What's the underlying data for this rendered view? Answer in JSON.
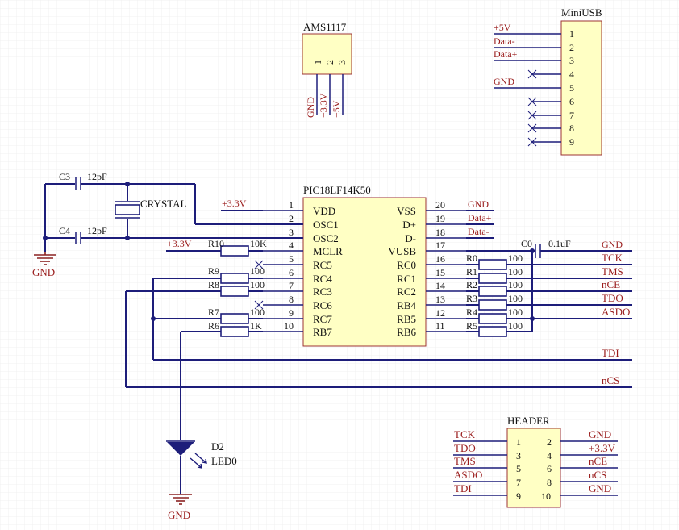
{
  "colors": {
    "wire": "#1d1d7a",
    "body_fill": "#ffffc4",
    "body_border": "#9c3333",
    "net_label": "#9a1c1c",
    "text": "#111111",
    "gnd": "#8b2222"
  },
  "ams1117": {
    "title": "AMS1117",
    "pins": [
      "1",
      "2",
      "3"
    ],
    "nets": [
      "GND",
      "+3.3V",
      "+5V"
    ]
  },
  "miniusb": {
    "title": "MiniUSB",
    "pins": [
      "1",
      "2",
      "3",
      "4",
      "5",
      "6",
      "7",
      "8",
      "9"
    ],
    "nets": {
      "vbus": "+5V",
      "dm": "Data-",
      "dp": "Data+",
      "gnd": "GND"
    }
  },
  "mcu": {
    "title": "PIC18LF14K50",
    "left": [
      {
        "num": "1",
        "name": "VDD"
      },
      {
        "num": "2",
        "name": "OSC1"
      },
      {
        "num": "3",
        "name": "OSC2"
      },
      {
        "num": "4",
        "name": "MCLR"
      },
      {
        "num": "5",
        "name": "RC5"
      },
      {
        "num": "6",
        "name": "RC4"
      },
      {
        "num": "7",
        "name": "RC3"
      },
      {
        "num": "8",
        "name": "RC6"
      },
      {
        "num": "9",
        "name": "RC7"
      },
      {
        "num": "10",
        "name": "RB7"
      }
    ],
    "right": [
      {
        "num": "20",
        "name": "VSS"
      },
      {
        "num": "19",
        "name": "D+"
      },
      {
        "num": "18",
        "name": "D-"
      },
      {
        "num": "17",
        "name": "VUSB"
      },
      {
        "num": "16",
        "name": "RC0"
      },
      {
        "num": "15",
        "name": "RC1"
      },
      {
        "num": "14",
        "name": "RC2"
      },
      {
        "num": "13",
        "name": "RB4"
      },
      {
        "num": "12",
        "name": "RB5"
      },
      {
        "num": "11",
        "name": "RB6"
      }
    ]
  },
  "left_nets": {
    "vdd": "+3.3V",
    "mclr_pullup": "+3.3V"
  },
  "right_nets": [
    "GND",
    "Data+",
    "Data-"
  ],
  "caps": {
    "c3_ref": "C3",
    "c3_val": "12pF",
    "c4_ref": "C4",
    "c4_val": "12pF",
    "c0_ref": "C0",
    "c0_val": "0.1uF"
  },
  "crystal": {
    "label": "CRYSTAL"
  },
  "resistors_left": {
    "r10_ref": "R10",
    "r10_val": "10K",
    "r9_ref": "R9",
    "r9_val": "100",
    "r8_ref": "R8",
    "r8_val": "100",
    "r7_ref": "R7",
    "r7_val": "100",
    "r6_ref": "R6",
    "r6_val": "1K"
  },
  "resistors_right": [
    {
      "ref": "R0",
      "val": "100",
      "net": "TCK"
    },
    {
      "ref": "R1",
      "val": "100",
      "net": "TMS"
    },
    {
      "ref": "R2",
      "val": "100",
      "net": "nCE"
    },
    {
      "ref": "R3",
      "val": "100",
      "net": "TDO"
    },
    {
      "ref": "R4",
      "val": "100",
      "net": "ASDO"
    },
    {
      "ref": "R5",
      "val": "100",
      "net": ""
    }
  ],
  "vusb_gnd": "GND",
  "long_nets": {
    "tdi": "TDI",
    "ncs": "nCS"
  },
  "led": {
    "ref": "D2",
    "name": "LED0",
    "gnd": "GND"
  },
  "xtal_gnd": "GND",
  "header": {
    "title": "HEADER",
    "rows": [
      {
        "left_net": "TCK",
        "left_pin": "1",
        "right_pin": "2",
        "right_net": "GND"
      },
      {
        "left_net": "TDO",
        "left_pin": "3",
        "right_pin": "4",
        "right_net": "+3.3V"
      },
      {
        "left_net": "TMS",
        "left_pin": "5",
        "right_pin": "6",
        "right_net": "nCE"
      },
      {
        "left_net": "ASDO",
        "left_pin": "7",
        "right_pin": "8",
        "right_net": "nCS"
      },
      {
        "left_net": "TDI",
        "left_pin": "9",
        "right_pin": "10",
        "right_net": "GND"
      }
    ]
  }
}
